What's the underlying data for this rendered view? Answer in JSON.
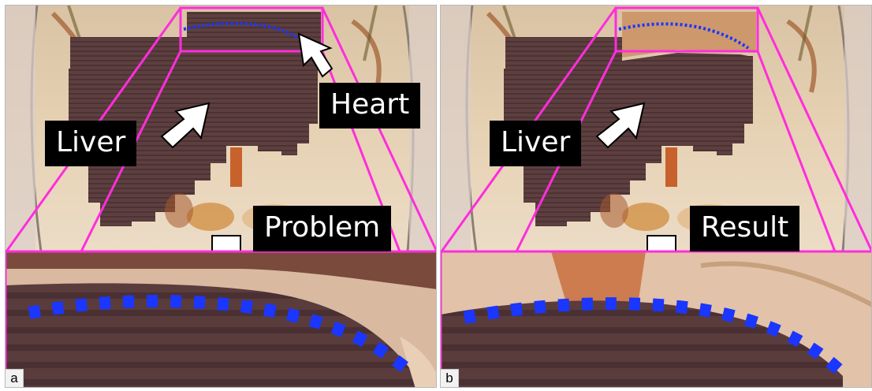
{
  "figure": {
    "panels": [
      {
        "id": "a",
        "letter": "a",
        "labels": {
          "liver": "Liver",
          "heart": "Heart",
          "caption": "Problem"
        }
      },
      {
        "id": "b",
        "letter": "b",
        "labels": {
          "liver": "Liver",
          "caption": "Result"
        }
      }
    ],
    "colors": {
      "magenta_outline": "#ff2ddc",
      "dotted_curve": "#1a36ff",
      "label_bg": "#000000",
      "label_text": "#ffffff"
    }
  }
}
